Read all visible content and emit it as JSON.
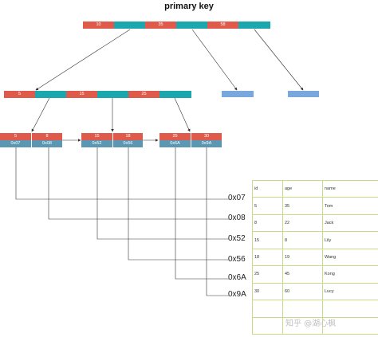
{
  "title": "primary key",
  "root": {
    "keys": [
      "10",
      "35",
      "58"
    ]
  },
  "internal": {
    "keys": [
      "5",
      "15",
      "25"
    ]
  },
  "leaves": [
    {
      "keys": [
        "5",
        "8"
      ],
      "addrs": [
        "0x07",
        "0x08"
      ]
    },
    {
      "keys": [
        "15",
        "18"
      ],
      "addrs": [
        "0x52",
        "0x56"
      ]
    },
    {
      "keys": [
        "25",
        "30"
      ],
      "addrs": [
        "0x6A",
        "0x9A"
      ]
    }
  ],
  "address_labels": [
    "0x07",
    "0x08",
    "0x52",
    "0x56",
    "0x6A",
    "0x9A"
  ],
  "table": {
    "headers": [
      "id",
      "age",
      "name"
    ],
    "rows": [
      [
        "5",
        "35",
        "Tom"
      ],
      [
        "8",
        "22",
        "Jack"
      ],
      [
        "15",
        "8",
        "Lily"
      ],
      [
        "18",
        "19",
        "Wang"
      ],
      [
        "25",
        "45",
        "Kong"
      ],
      [
        "30",
        "60",
        "Lucy"
      ]
    ]
  },
  "watermark": "知乎 @湖心枫",
  "colors": {
    "key": "#e05a4b",
    "pointer": "#1aa7ae",
    "address": "#5b97b3",
    "leaf_pointer": "#7ba7df",
    "table_border": "#c6dc8a"
  }
}
